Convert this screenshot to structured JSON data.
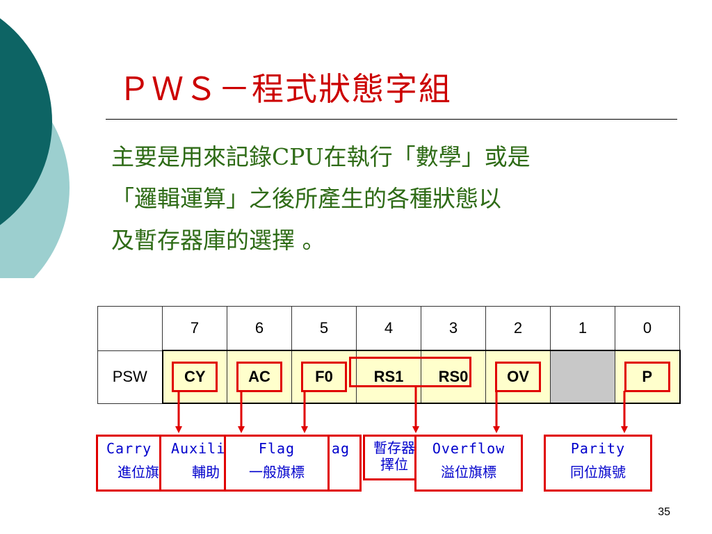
{
  "slide": {
    "title": "ＰＷＳ－程式狀態字組",
    "body": [
      "主要是用來記錄CPU在執行「數學」或是",
      "「邏輯運算」之後所產生的各種狀態以",
      "及暫存器庫的選擇 。"
    ],
    "page_number": "35",
    "colors": {
      "title": "#cc0000",
      "body": "#2e6b16",
      "accent_red": "#e00000",
      "label_blue": "#0000cc",
      "deco_dark": "#0d6464",
      "deco_light": "#9ccfcf",
      "cell_fill": "#ffffcc"
    }
  },
  "table": {
    "bit_numbers": [
      "7",
      "6",
      "5",
      "4",
      "3",
      "2",
      "1",
      "0"
    ],
    "row_label": "PSW",
    "flags": [
      "CY",
      "AC",
      "F0",
      "RS1",
      "RS0",
      "OV",
      "",
      "P"
    ]
  },
  "labels": {
    "carry": {
      "en": "Carry",
      "zh": "進位旗"
    },
    "auxiliary": {
      "en": "Auxili",
      "zh": "輔助"
    },
    "flag": {
      "en": "Flag",
      "zh": "一般旗標"
    },
    "flag_tail": {
      "en": "ag"
    },
    "register_bank": {
      "zh1": "暫存器",
      "zh2": "擇位"
    },
    "overflow": {
      "en": "Overflow",
      "zh": "溢位旗標"
    },
    "parity": {
      "en": "Parity",
      "zh": "同位旗號"
    }
  }
}
